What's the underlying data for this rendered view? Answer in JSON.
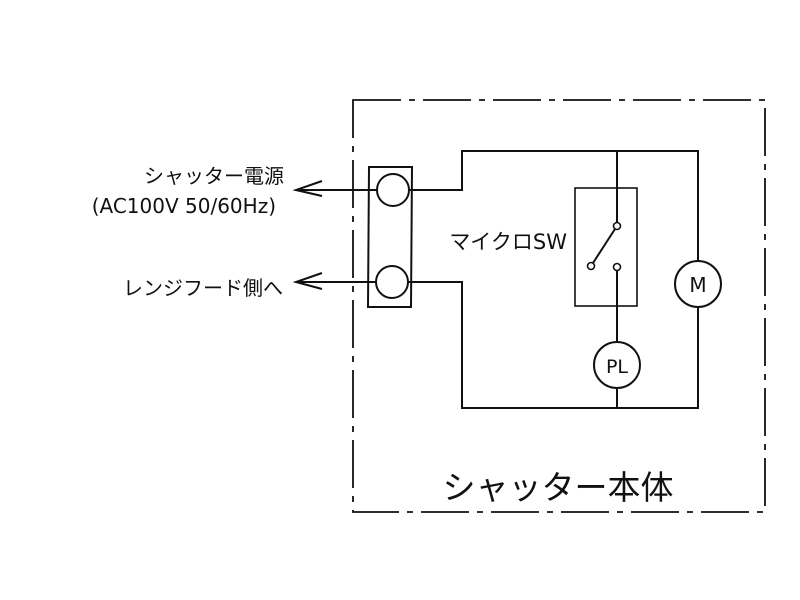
{
  "labels": {
    "power_source": "シャッター電源",
    "power_spec": "(AC100V 50/60Hz)",
    "to_range_hood": "レンジフード側へ",
    "micro_switch": "マイクロSW",
    "motor": "M",
    "pilot_lamp": "PL",
    "shutter_body": "シャッター本体"
  },
  "colors": {
    "line": "#111111",
    "background": "#ffffff"
  }
}
